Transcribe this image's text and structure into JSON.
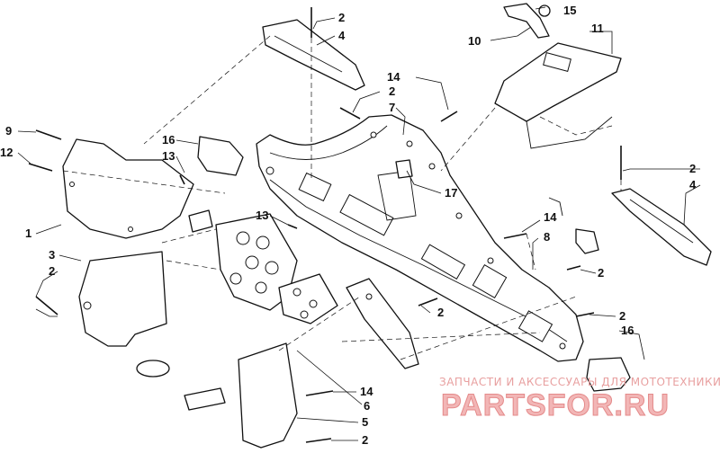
{
  "diagram": {
    "callouts": [
      "2",
      "4",
      "15",
      "10",
      "11",
      "14",
      "2",
      "7",
      "9",
      "12",
      "16",
      "13",
      "17",
      "2",
      "4",
      "1",
      "13",
      "14",
      "8",
      "3",
      "2",
      "2",
      "2",
      "2",
      "16",
      "14",
      "6",
      "5",
      "2"
    ]
  },
  "watermark": {
    "caption": "ЗАПЧАСТИ И АКСЕССУАРЫ ДЛЯ МОТОТЕХНИКИ",
    "logo": "PARTSFOR.RU"
  }
}
